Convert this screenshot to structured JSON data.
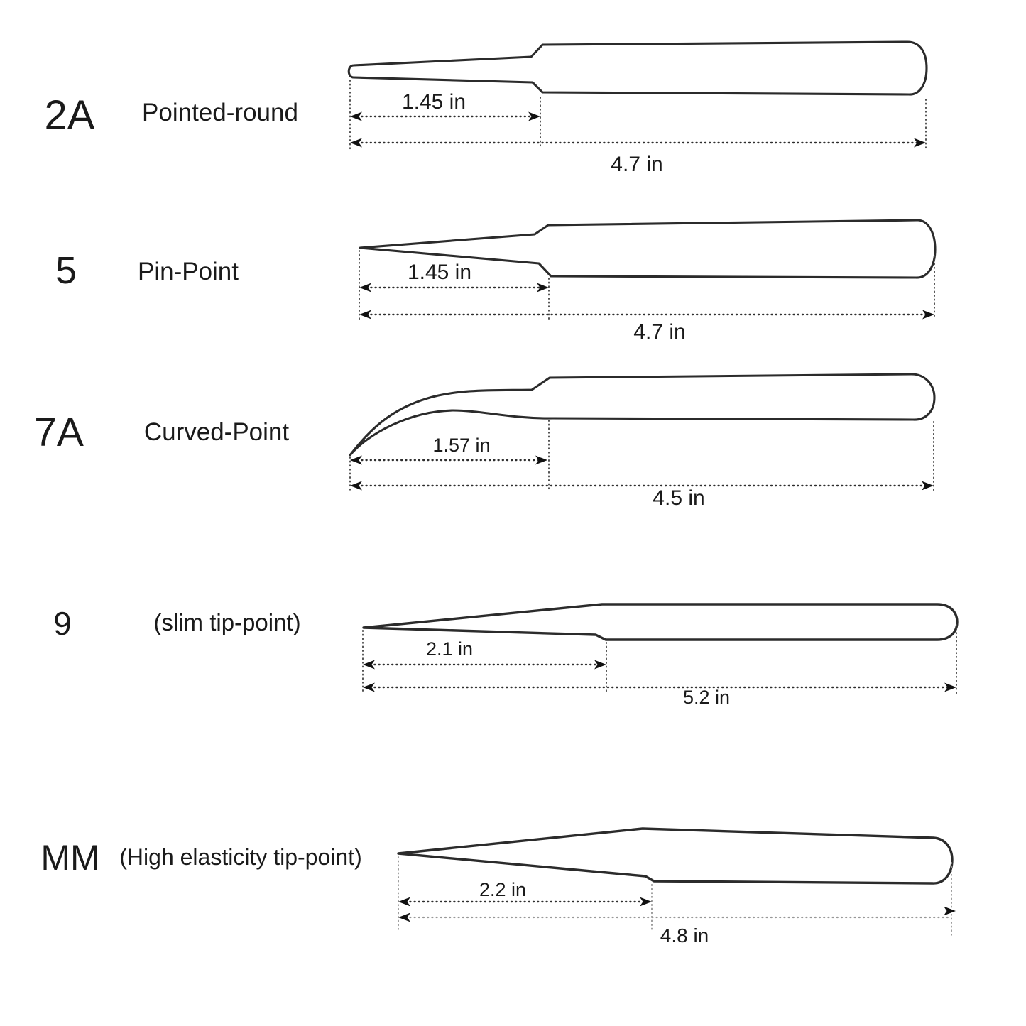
{
  "diagram": {
    "rows": [
      {
        "model": "2A",
        "type_name": "Pointed-round",
        "tip_length": "1.45 in",
        "total_length": "4.7 in"
      },
      {
        "model": "5",
        "type_name": "Pin-Point",
        "tip_length": "1.45 in",
        "total_length": "4.7 in"
      },
      {
        "model": "7A",
        "type_name": "Curved-Point",
        "tip_length": "1.57 in",
        "total_length": "4.5 in"
      },
      {
        "model": "9",
        "type_name": "(slim tip-point)",
        "tip_length": "2.1 in",
        "total_length": "5.2 in"
      },
      {
        "model": "MM",
        "type_name": "(High elasticity tip-point)",
        "tip_length": "2.2 in",
        "total_length": "4.8 in"
      }
    ],
    "colors": {
      "outline": "#2b2b2b",
      "dim_line": "#2e2e2e",
      "dim_line_light": "#979797",
      "text": "#1a1a1a",
      "background": "#ffffff"
    }
  }
}
